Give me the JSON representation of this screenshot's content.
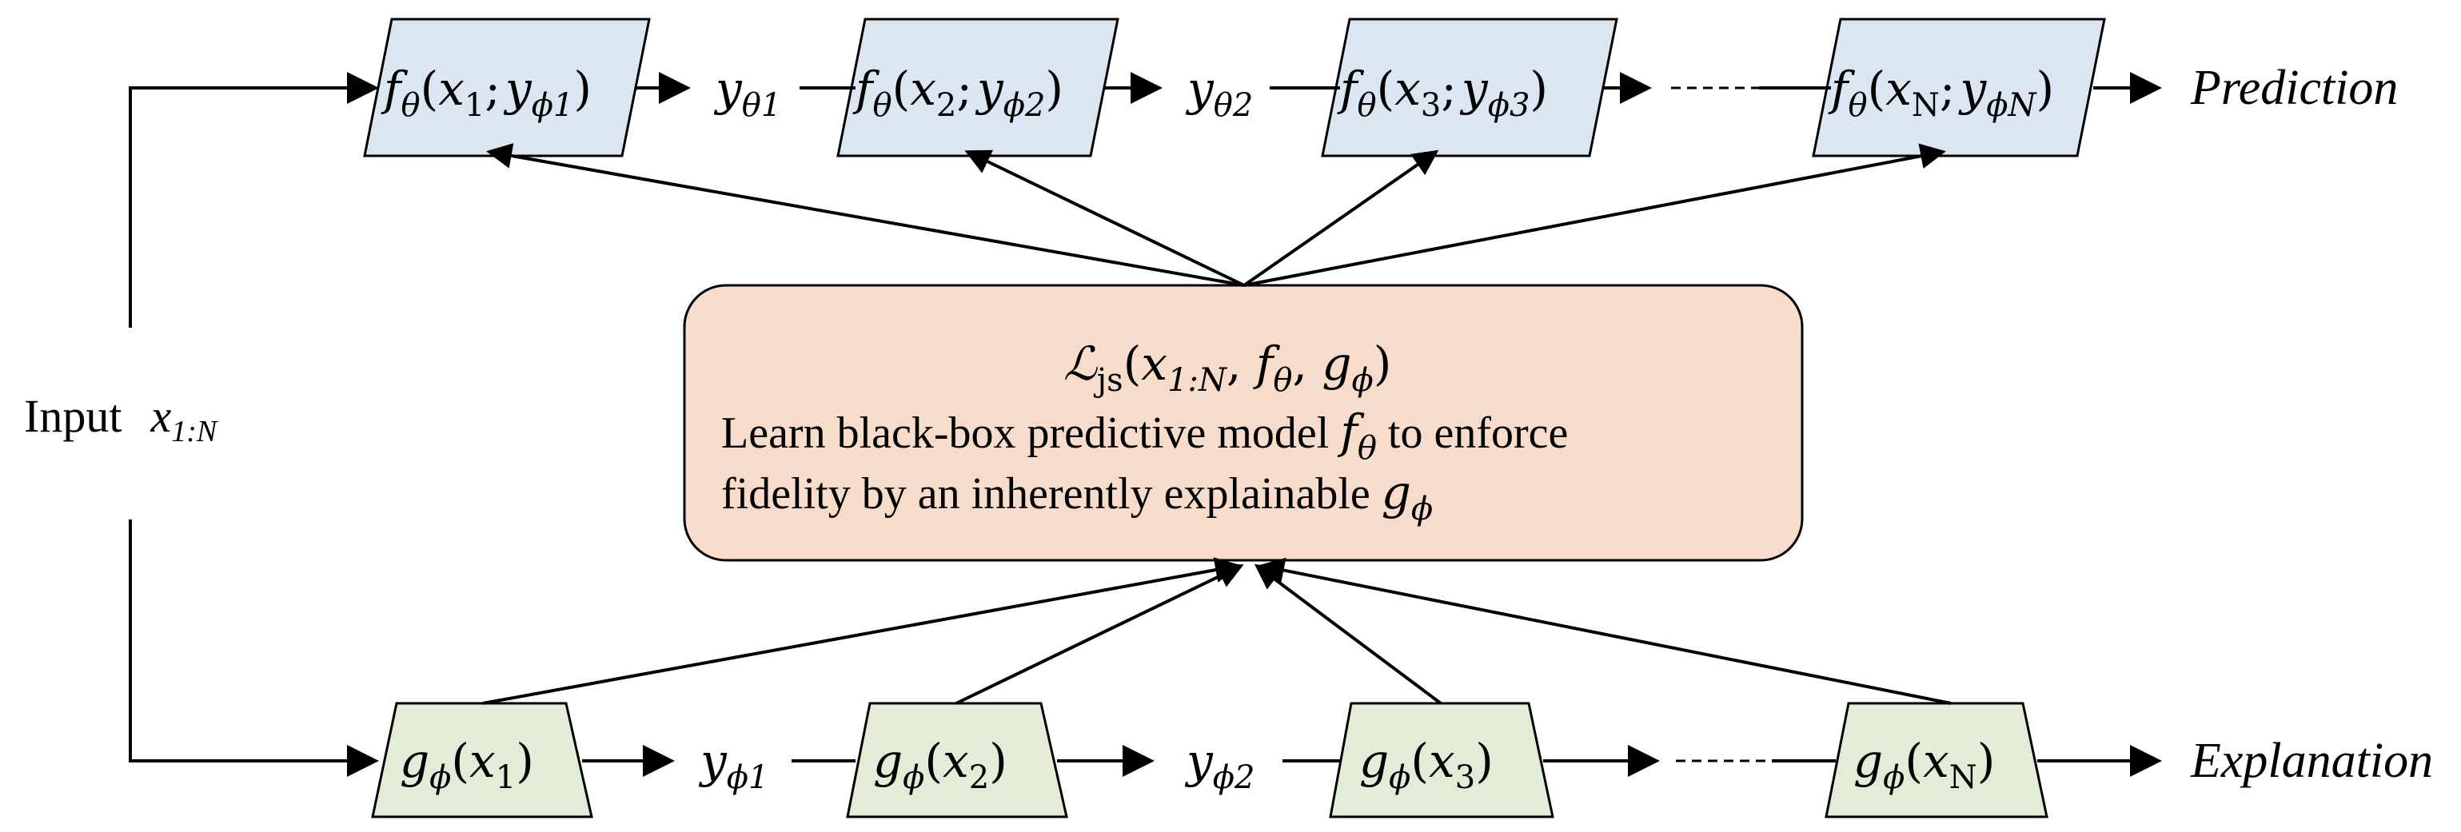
{
  "colors": {
    "predictor_fill": "#dce6f2",
    "explainer_fill": "#e2ecd6",
    "center_fill": "#f8dccb",
    "stroke": "#000000"
  },
  "input": {
    "label": "Input",
    "var": "x",
    "sub": "1:N"
  },
  "prediction_label": "Prediction",
  "explanation_label": "Explanation",
  "center": {
    "loss": {
      "script_L": "ℒ",
      "sub_js": "js",
      "args_open": "(",
      "x": "x",
      "x_sub": "1:N",
      "comma1": ", ",
      "f": "f",
      "theta": "θ",
      "comma2": ", ",
      "g": "g",
      "phi": "ϕ",
      "args_close": ")"
    },
    "line2_prefix": "Learn black-box predictive model ",
    "line2_f": "f",
    "line2_theta": "θ",
    "line2_suffix": " to enforce",
    "line3_prefix": "fidelity by an inherently explainable ",
    "line3_g": "g",
    "line3_phi": "ϕ"
  },
  "predictors": [
    {
      "x_sub": "1",
      "y_sub": "ϕ1"
    },
    {
      "x_sub": "2",
      "y_sub": "ϕ2"
    },
    {
      "x_sub": "3",
      "y_sub": "ϕ3"
    },
    {
      "x_sub": "N",
      "y_sub": "ϕN"
    }
  ],
  "explainers": [
    {
      "x_sub": "1"
    },
    {
      "x_sub": "2"
    },
    {
      "x_sub": "3"
    },
    {
      "x_sub": "N"
    }
  ],
  "pred_outputs": [
    {
      "var": "y",
      "sub": "θ1"
    },
    {
      "var": "y",
      "sub": "θ2"
    }
  ],
  "expl_outputs": [
    {
      "var": "y",
      "sub": "ϕ1"
    },
    {
      "var": "y",
      "sub": "ϕ2"
    }
  ],
  "symbols": {
    "f": "f",
    "theta": "θ",
    "g": "g",
    "phi": "ϕ",
    "x": "x",
    "y": "y",
    "semicolon": ";",
    "open": "(",
    "close": ")"
  }
}
